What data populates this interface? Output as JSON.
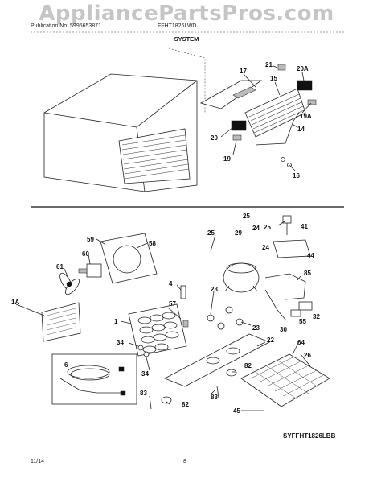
{
  "watermark": "AppliancePartsPros.com",
  "header": {
    "publication": "Publication No: 5995653871",
    "model": "FFHT1826LWD"
  },
  "section_title": "SYSTEM",
  "diagram_code": "SYFFHT1826LBB",
  "footer": {
    "date": "11/14",
    "page": "8"
  },
  "callouts": {
    "p17": "17",
    "p21": "21",
    "p20A": "20A",
    "p15": "15",
    "p19A": "19A",
    "p14": "14",
    "p20": "20",
    "p19": "19",
    "p16": "16",
    "p25a": "25",
    "p25b": "25",
    "p25c": "25",
    "p24a": "24",
    "p24b": "24",
    "p29": "29",
    "p41": "41",
    "p44": "44",
    "p59": "59",
    "p58": "58",
    "p61": "61",
    "p60": "60",
    "p4": "4",
    "p85": "85",
    "p1A": "1A",
    "p57": "57",
    "p1": "1",
    "p23a": "23",
    "p23b": "23",
    "p55": "55",
    "p32": "32",
    "p30": "30",
    "p34a": "34",
    "p34b": "34",
    "p22": "22",
    "p64": "64",
    "p26": "26",
    "p6": "6",
    "p82a": "82",
    "p82b": "82",
    "p83a": "83",
    "p83b": "83",
    "p45": "45"
  }
}
